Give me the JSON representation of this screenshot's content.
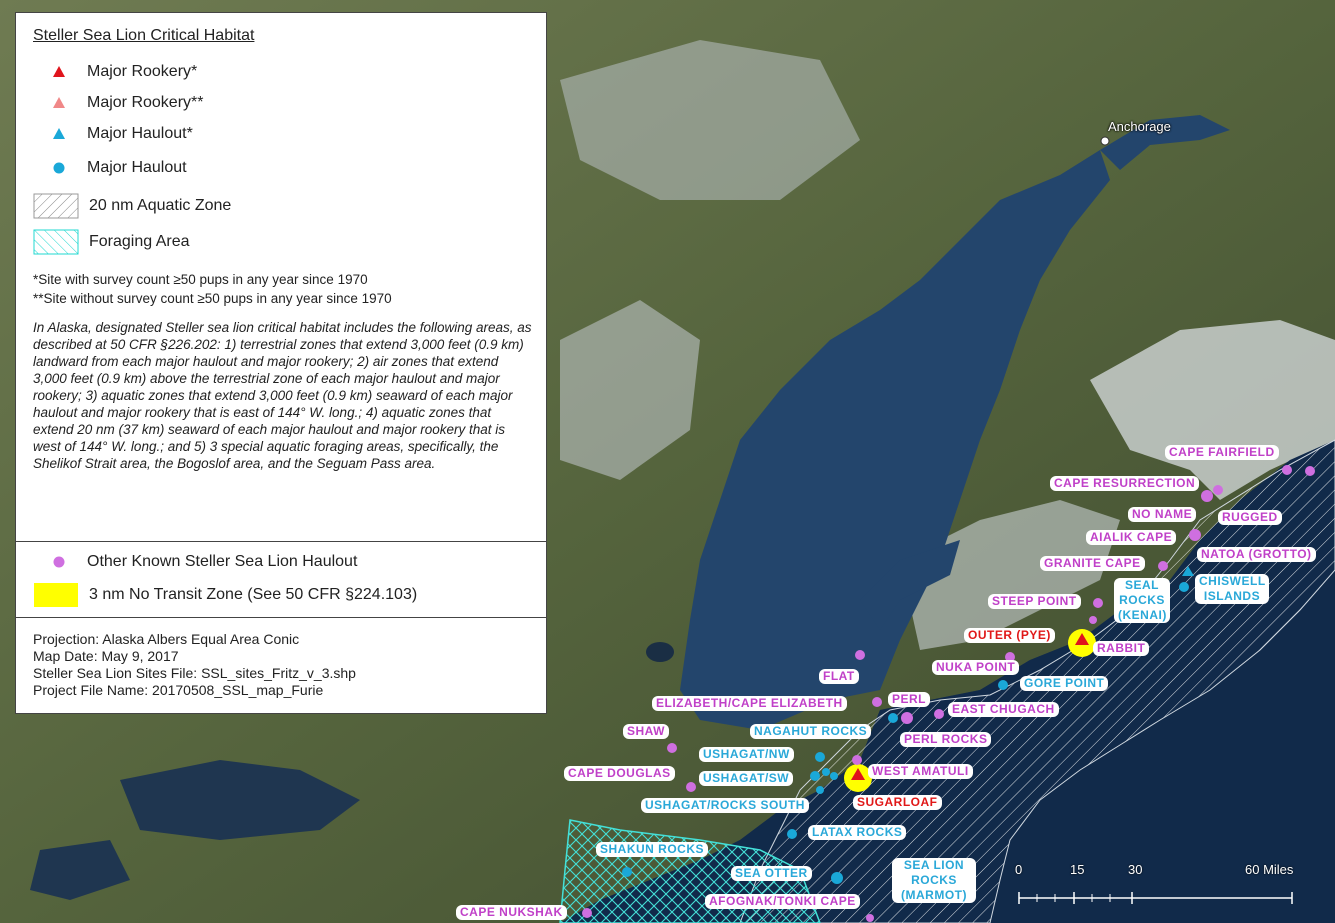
{
  "legend": {
    "title": "Steller Sea Lion Critical Habitat",
    "items": [
      {
        "label": "Major Rookery*",
        "symbol": "triangle",
        "color": "#e0141c"
      },
      {
        "label": "Major Rookery**",
        "symbol": "triangle",
        "color": "#f08888"
      },
      {
        "label": "Major Haulout*",
        "symbol": "triangle",
        "color": "#1aa8d8"
      },
      {
        "label": "Major Haulout",
        "symbol": "circle",
        "color": "#1aa8d8"
      },
      {
        "label": "20 nm Aquatic Zone",
        "symbol": "hatch",
        "color": "#999999"
      },
      {
        "label": "Foraging Area",
        "symbol": "hatch-cyan",
        "color": "#22d8d0"
      }
    ],
    "footnote1": "*Site with survey count ≥50 pups in any year since 1970",
    "footnote2": "**Site without survey count ≥50 pups in any year since 1970",
    "description": "In Alaska, designated Steller sea lion critical habitat includes the following areas, as described at 50 CFR §226.202: 1) terrestrial zones that extend 3,000 feet (0.9 km) landward from each major haulout and major rookery; 2) air zones that extend 3,000 feet (0.9 km) above the terrestrial zone of each major haulout and major rookery; 3) aquatic zones that extend 3,000 feet (0.9 km) seaward of each major haulout and major rookery that is east of 144° W. long.; 4) aquatic zones that extend 20 nm (37 km) seaward of each major haulout and major rookery that is west of 144° W. long.; and 5) 3 special aquatic foraging areas, specifically, the Shelikof Strait area, the Bogoslof area, and the Seguam Pass area.",
    "items2": [
      {
        "label": "Other Known Steller Sea Lion Haulout",
        "symbol": "circle",
        "color": "#cf6fe0"
      },
      {
        "label": "3 nm No Transit Zone (See 50 CFR §224.103)",
        "symbol": "rect",
        "color": "#ffff00"
      }
    ],
    "projection": "Projection: Alaska Albers Equal Area Conic",
    "date": "Map Date: May 9, 2017",
    "sites_file": "Steller Sea Lion Sites File: SSL_sites_Fritz_v_3.shp",
    "project_file": "Project File Name: 20170508_SSL_map_Furie"
  },
  "city": "Anchorage",
  "labels": {
    "cape_fairfield": "CAPE FAIRFIELD",
    "cape_resurrection": "CAPE RESURRECTION",
    "no_name": "NO NAME",
    "rugged": "RUGGED",
    "aialik_cape": "AIALIK CAPE",
    "natoa": "NATOA (GROTTO)",
    "granite_cape": "GRANITE CAPE",
    "seal_rocks": "SEAL ROCKS (KENAI)",
    "chiswell": "CHISWELL ISLANDS",
    "steep_point": "STEEP POINT",
    "outer": "OUTER (PYE)",
    "rabbit": "RABBIT",
    "nuka_point": "NUKA POINT",
    "gore_point": "GORE POINT",
    "flat": "FLAT",
    "elizabeth": "ELIZABETH/CAPE ELIZABETH",
    "perl": "PERL",
    "east_chugach": "EAST CHUGACH",
    "nagahut": "NAGAHUT ROCKS",
    "perl_rocks": "PERL ROCKS",
    "shaw": "SHAW",
    "ushagat_nw": "USHAGAT/NW",
    "ushagat_sw": "USHAGAT/SW",
    "west_amatuli": "WEST AMATULI",
    "cape_douglas": "CAPE DOUGLAS",
    "ushagat_rocks_south": "USHAGAT/ROCKS SOUTH",
    "sugarloaf": "SUGARLOAF",
    "latax": "LATAX ROCKS",
    "shakun": "SHAKUN ROCKS",
    "sea_otter": "SEA OTTER",
    "sea_lion_rocks": "SEA LION ROCKS (MARMOT)",
    "afognak": "AFOGNAK/TONKI CAPE",
    "cape_nukshak": "CAPE NUKSHAK"
  },
  "scale": {
    "ticks": [
      "0",
      "15",
      "30",
      "60 Miles"
    ]
  }
}
